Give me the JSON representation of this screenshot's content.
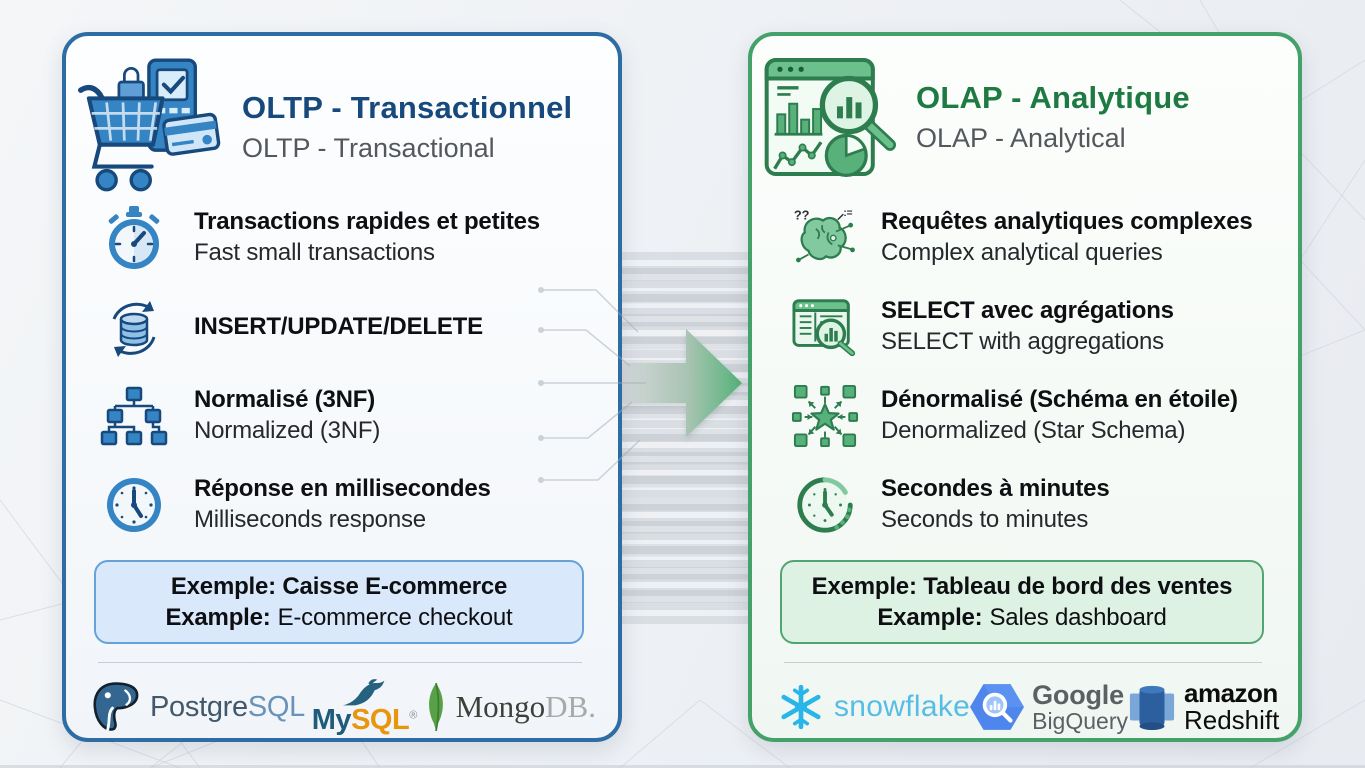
{
  "left_card": {
    "title": "OLTP - Transactionnel",
    "subtitle": "OLTP - Transactional",
    "items": [
      {
        "icon": "stopwatch-icon",
        "title": "Transactions rapides et petites",
        "subtitle": "Fast small transactions"
      },
      {
        "icon": "database-sync-icon",
        "title": "INSERT/UPDATE/DELETE",
        "subtitle": ""
      },
      {
        "icon": "hierarchy-icon",
        "title": "Normalisé (3NF)",
        "subtitle": "Normalized (3NF)"
      },
      {
        "icon": "clock-icon",
        "title": "Réponse en millisecondes",
        "subtitle": "Milliseconds response"
      }
    ],
    "example": {
      "line1": "Exemple: Caisse E-commerce",
      "line2_label": "Example:",
      "line2_text": "E-commerce checkout"
    },
    "logos": {
      "postgresql": {
        "part1": "Postgre",
        "part2": "SQL"
      },
      "mysql": {
        "part1": "My",
        "part2": "SQL",
        "reg": "®"
      },
      "mongodb": {
        "part1": "Mongo",
        "part2": "DB",
        "dot": "."
      }
    }
  },
  "right_card": {
    "title": "OLAP - Analytique",
    "subtitle": "OLAP - Analytical",
    "items": [
      {
        "icon": "brain-icon",
        "title": "Requêtes analytiques complexes",
        "subtitle": "Complex analytical queries",
        "glyph1": "??",
        "glyph2": ":="
      },
      {
        "icon": "table-magnifier-icon",
        "title": "SELECT avec agrégations",
        "subtitle": "SELECT with aggregations"
      },
      {
        "icon": "star-schema-icon",
        "title": "Dénormalisé (Schéma en étoile)",
        "subtitle": "Denormalized (Star Schema)"
      },
      {
        "icon": "clock-green-icon",
        "title": "Secondes à minutes",
        "subtitle": "Seconds to minutes"
      }
    ],
    "example": {
      "line1": "Exemple: Tableau de bord des ventes",
      "line2_label": "Example:",
      "line2_text": "Sales dashboard"
    },
    "logos": {
      "snowflake": {
        "name": "snowflake"
      },
      "bigquery": {
        "line1": "Google",
        "line2": "BigQuery"
      },
      "redshift": {
        "line1": "amazon",
        "line2": "Redshift"
      }
    }
  },
  "colors": {
    "left_accent": "#2d6da3",
    "left_title": "#17497c",
    "right_accent": "#44a169",
    "right_title": "#1d7a42",
    "example_blue_bg": "#d9e9fb",
    "example_green_bg": "#def2e4",
    "snowflake_blue": "#29b5e8",
    "bigquery_blue": "#4f86ec",
    "mysql_orange": "#e7960e",
    "mongodb_green": "#58a146",
    "postgres_blue": "#336791",
    "redshift_blue": "#2b5f9e"
  }
}
